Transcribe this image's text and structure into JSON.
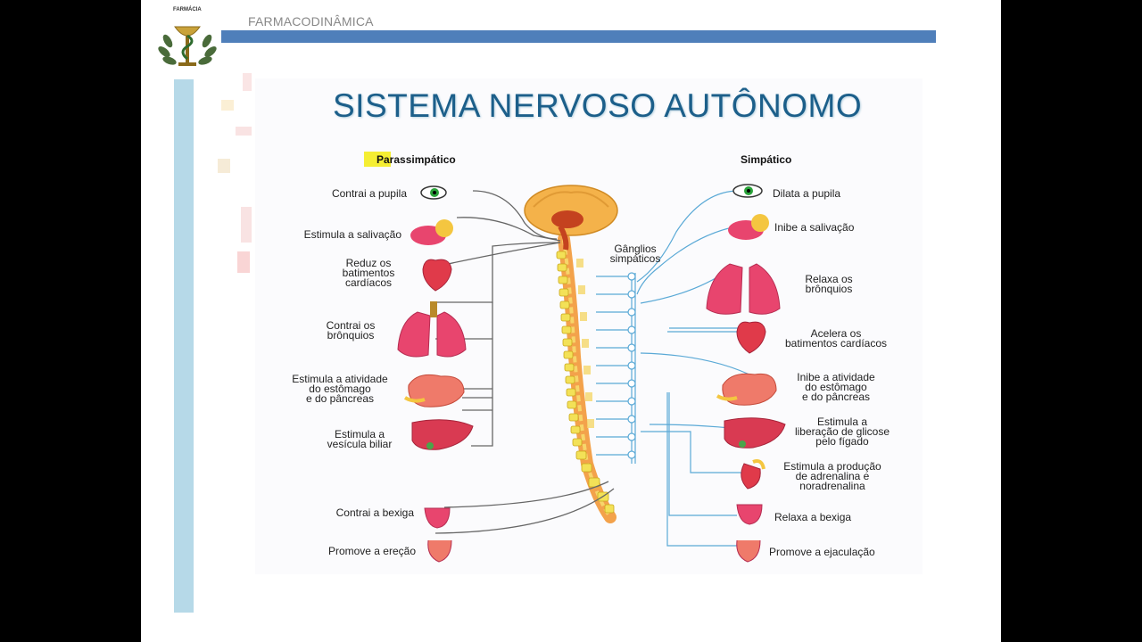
{
  "header": {
    "title": "FARMACODINÂMICA",
    "logo_text": "FARMÁCIA"
  },
  "title": "SISTEMA NERVOSO AUTÔNOMO",
  "parasympathetic": {
    "heading": "Parassimpático",
    "effects": [
      {
        "id": "pupil",
        "text": "Contrai a pupila",
        "icon": "eye-icon"
      },
      {
        "id": "saliva",
        "text": "Estimula a salivação",
        "icon": "salivary-gland-icon"
      },
      {
        "id": "heart",
        "text": "Reduz os\nbatimentos\ncardíacos",
        "icon": "heart-icon"
      },
      {
        "id": "bronchi",
        "text": "Contrai os\nbrônquios",
        "icon": "lungs-icon"
      },
      {
        "id": "stomach",
        "text": "Estimula a atividade\ndo estômago\ne do pâncreas",
        "icon": "stomach-icon"
      },
      {
        "id": "gallbladder",
        "text": "Estimula a\nvesícula biliar",
        "icon": "liver-icon"
      },
      {
        "id": "bladder",
        "text": "Contrai a bexiga",
        "icon": "bladder-icon"
      },
      {
        "id": "erection",
        "text": "Promove a ereção",
        "icon": "reproductive-organ-icon"
      }
    ]
  },
  "sympathetic": {
    "heading": "Simpático",
    "ganglia_label": "Gânglios\nsimpáticos",
    "effects": [
      {
        "id": "pupil",
        "text": "Dilata a pupila",
        "icon": "eye-icon"
      },
      {
        "id": "saliva",
        "text": "Inibe a salivação",
        "icon": "salivary-gland-icon"
      },
      {
        "id": "bronchi",
        "text": "Relaxa os\nbrônquios",
        "icon": "lungs-icon"
      },
      {
        "id": "heart",
        "text": "Acelera os\nbatimentos cardíacos",
        "icon": "heart-icon"
      },
      {
        "id": "stomach",
        "text": "Inibe a atividade\ndo estômago\ne do pâncreas",
        "icon": "stomach-icon"
      },
      {
        "id": "liver",
        "text": "Estimula a\nliberação de glicose\npelo fígado",
        "icon": "liver-icon"
      },
      {
        "id": "adrenal",
        "text": "Estimula a produção\nde adrenalina e\nnoradrenalina",
        "icon": "adrenal-gland-icon"
      },
      {
        "id": "bladder",
        "text": "Relaxa a bexiga",
        "icon": "bladder-icon"
      },
      {
        "id": "ejaculation",
        "text": "Promove a ejaculação",
        "icon": "reproductive-organ-icon"
      }
    ]
  },
  "colors": {
    "header_bar": "#4f7fba",
    "side_bar": "#b6d9e8",
    "title": "#1c5f8a",
    "para_nerve": "#555555",
    "symp_nerve": "#5aa9d6",
    "organ": "#e8456e",
    "brain": "#f4b24a",
    "highlight": "#f5ee33"
  }
}
